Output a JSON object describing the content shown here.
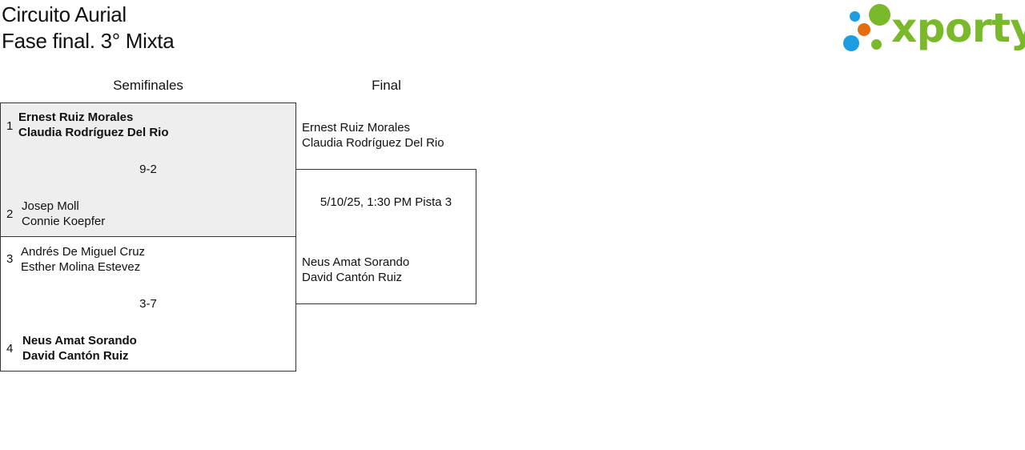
{
  "header": {
    "title_line1": "Circuito Aurial",
    "title_line2": "Fase final. 3° Mixta"
  },
  "logo": {
    "text": "xporty",
    "colors": {
      "green": "#7ab929",
      "blue": "#1a9ee0",
      "orange": "#e46e0e"
    }
  },
  "rounds": {
    "semifinals_label": "Semifinales",
    "final_label": "Final"
  },
  "semifinals": [
    {
      "score": "9-2",
      "highlighted": true,
      "teams": [
        {
          "seed": "1",
          "player1": "Ernest Ruiz Morales",
          "player2": "Claudia Rodríguez Del Rio",
          "winner": true
        },
        {
          "seed": "2",
          "player1": "Josep Moll",
          "player2": "Connie Koepfer",
          "winner": false
        }
      ]
    },
    {
      "score": "3-7",
      "highlighted": false,
      "teams": [
        {
          "seed": "3",
          "player1": "Andrés De Miguel Cruz",
          "player2": "Esther Molina Estevez",
          "winner": false
        },
        {
          "seed": "4",
          "player1": "Neus Amat Sorando",
          "player2": "David Cantón Ruiz",
          "winner": true
        }
      ]
    }
  ],
  "final": {
    "schedule": "5/10/25, 1:30 PM Pista 3",
    "teams": [
      {
        "player1": "Ernest Ruiz Morales",
        "player2": "Claudia Rodríguez Del Rio"
      },
      {
        "player1": "Neus Amat Sorando",
        "player2": "David Cantón Ruiz"
      }
    ]
  }
}
